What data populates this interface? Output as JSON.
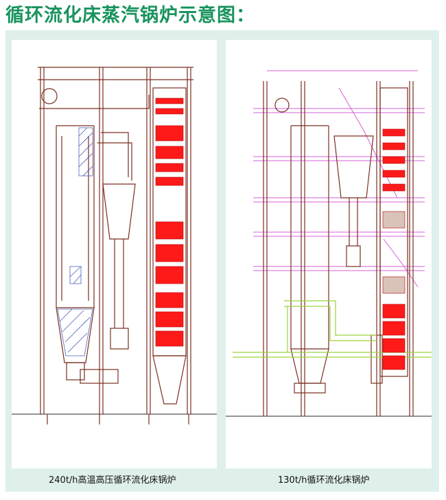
{
  "title": "循环流化床蒸汽锅炉示意图：",
  "diagrams": [
    {
      "caption": "240t/h高温高压循环流化床锅炉"
    },
    {
      "caption": "130t/h循环流化床锅炉"
    }
  ],
  "colors": {
    "title": "#18935c",
    "frame": "#dff0ea",
    "line": "#7a2d1f",
    "heat": "#ff1a1a",
    "steel": "#d65fd8",
    "ducts": "#9ad43a"
  }
}
